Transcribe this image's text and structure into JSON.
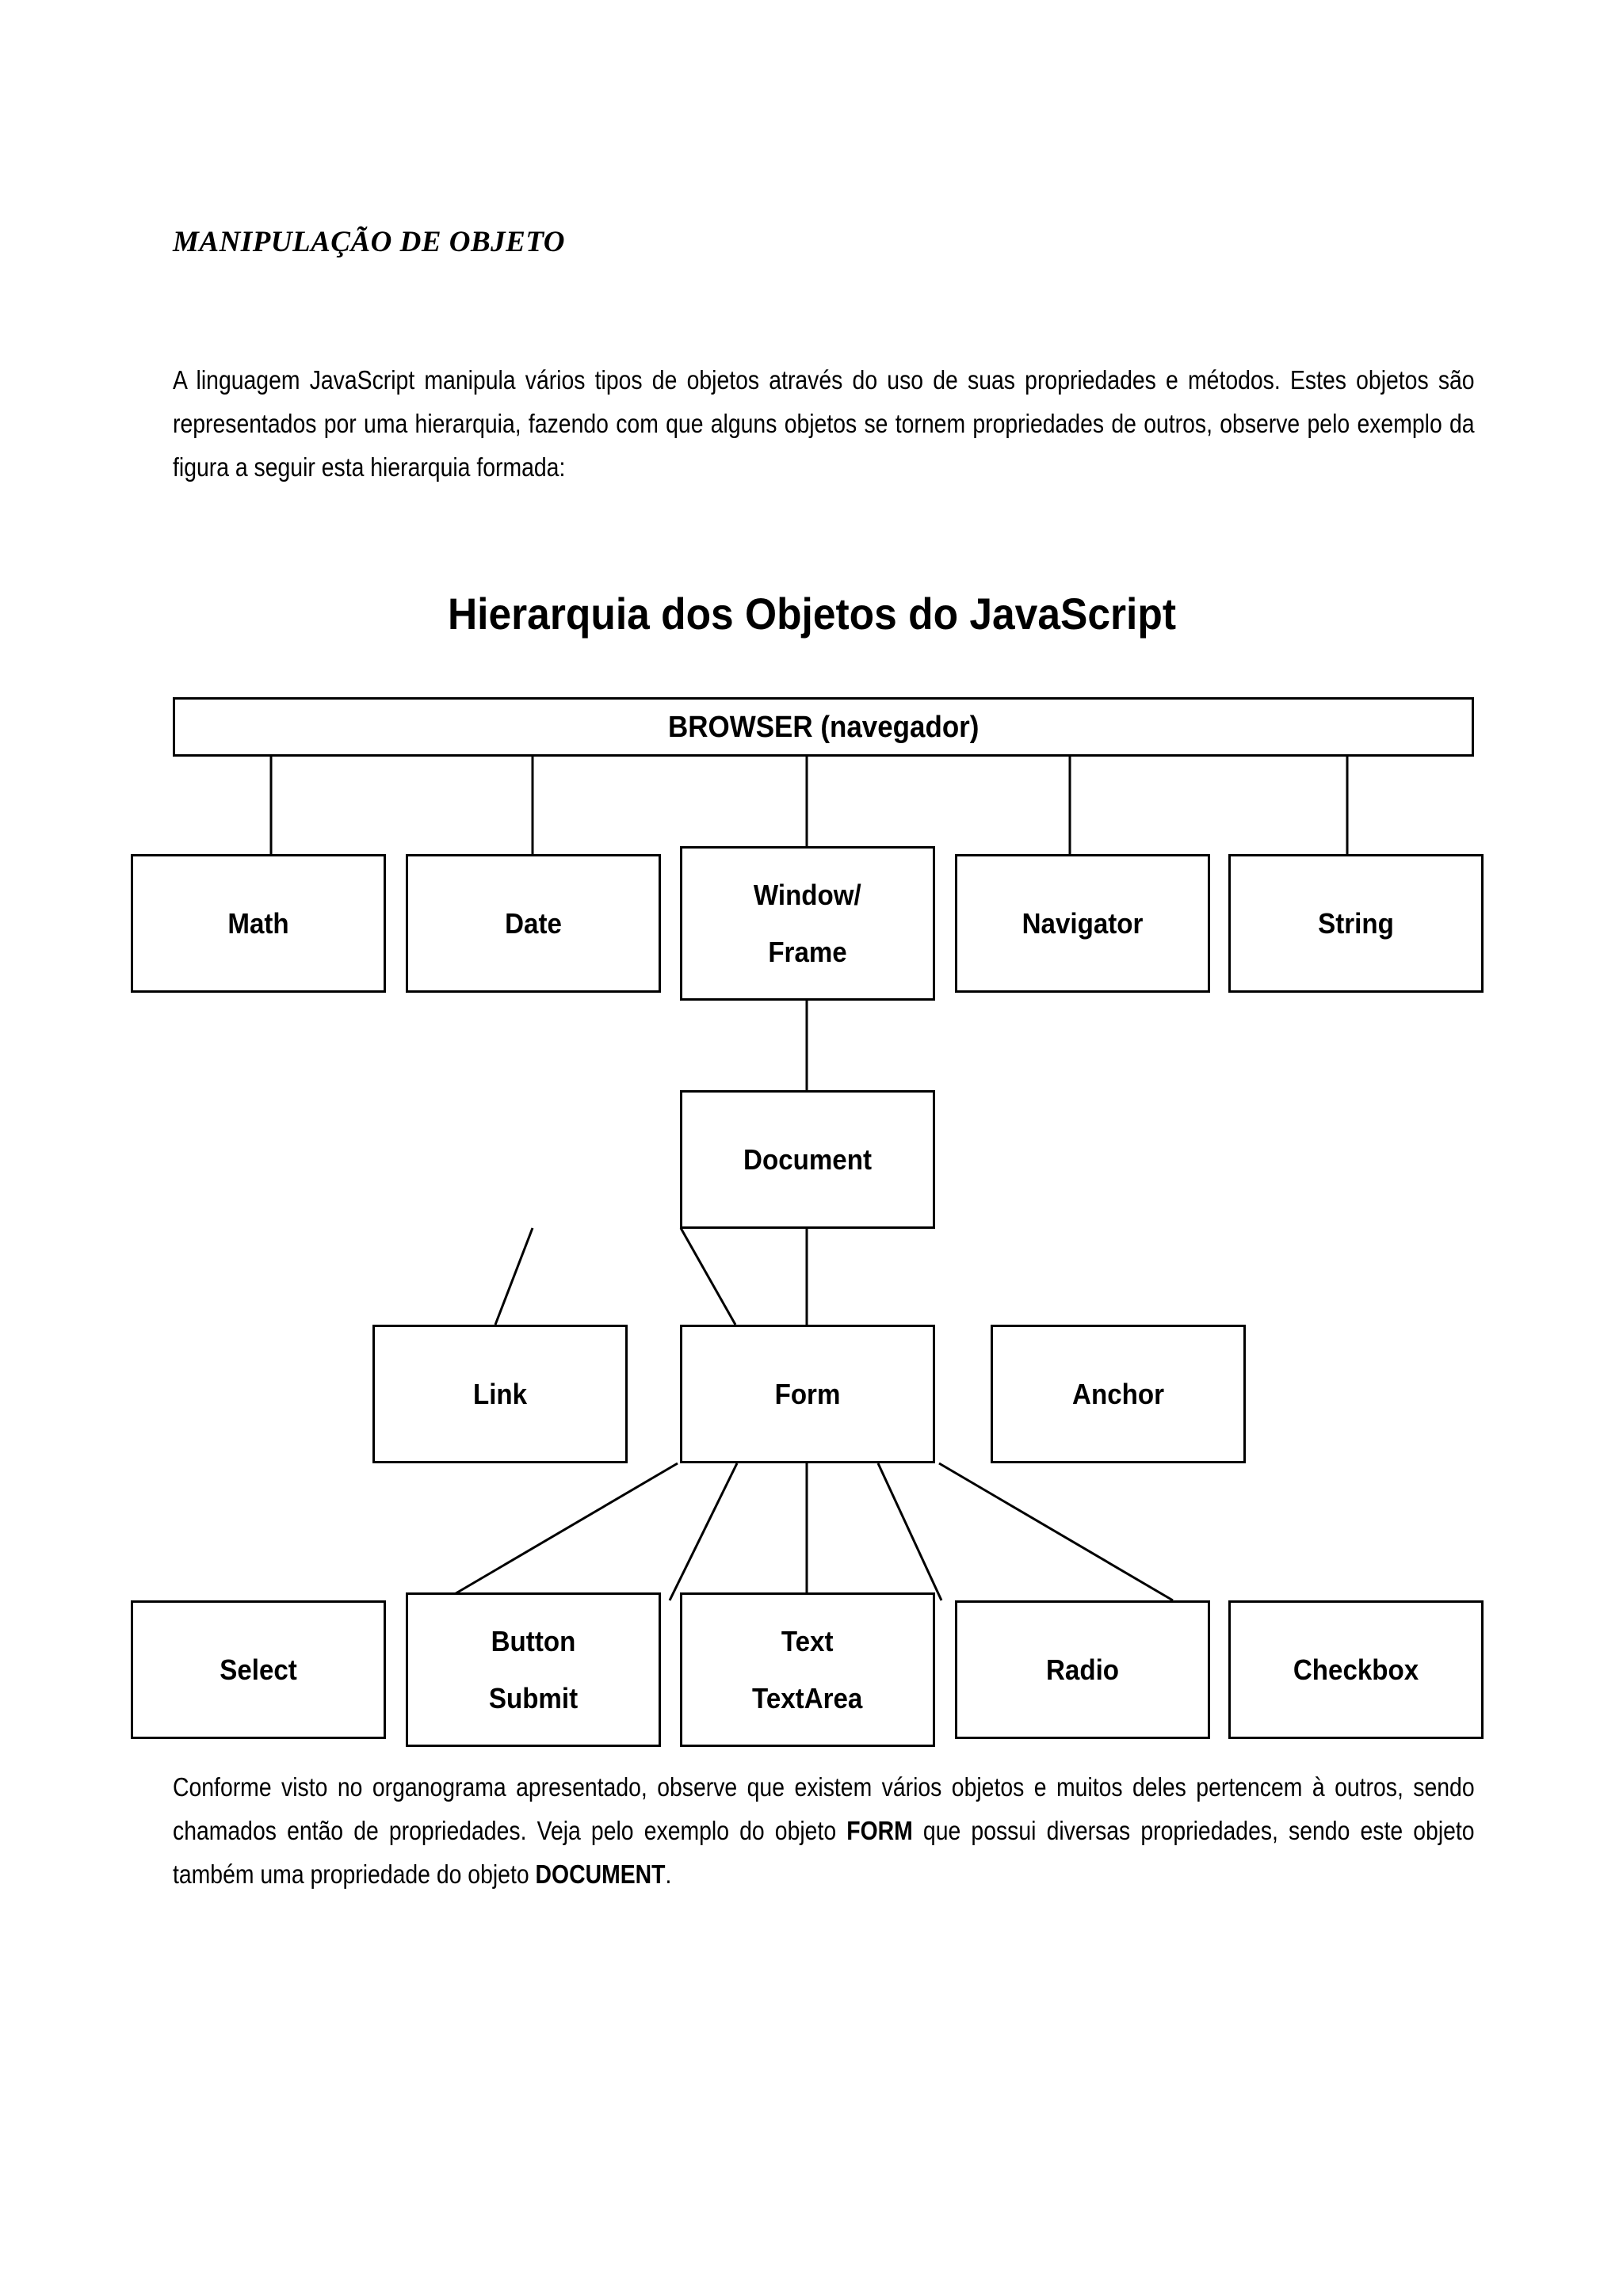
{
  "document": {
    "title": "MANIPULAÇÃO DE OBJETO",
    "intro_paragraph": "A linguagem JavaScript manipula vários tipos de objetos através do uso de suas propriedades e métodos. Estes objetos são representados por uma hierarquia, fazendo com que alguns objetos se tornem propriedades de outros, observe pelo exemplo da figura a seguir esta hierarquia formada:",
    "closing_paragraph_part1": "Conforme visto no organograma apresentado, observe que existem vários objetos e muitos deles pertencem à outros, sendo chamados então de propriedades. Veja pelo exemplo do objeto ",
    "closing_bold_1": "FORM",
    "closing_paragraph_part2": " que possui diversas propriedades, sendo este objeto também uma propriedade do objeto ",
    "closing_bold_2": "DOCUMENT",
    "closing_paragraph_part3": "."
  },
  "figure": {
    "title": "Hierarquia dos Objetos do JavaScript",
    "nodes": {
      "browser": "BROWSER (navegador)",
      "math": "Math",
      "date": "Date",
      "window_line1": "Window/",
      "window_line2": "Frame",
      "navigator": "Navigator",
      "string": "String",
      "document": "Document",
      "link": "Link",
      "form": "Form",
      "anchor": "Anchor",
      "select": "Select",
      "button_line1": "Button",
      "button_line2": "Submit",
      "text_line1": "Text",
      "text_line2": "TextArea",
      "radio": "Radio",
      "checkbox": "Checkbox"
    }
  },
  "chart_data": {
    "type": "table",
    "title": "Hierarquia dos Objetos do JavaScript",
    "hierarchy": [
      {
        "name": "BROWSER (navegador)",
        "level": 0,
        "children": [
          "Math",
          "Date",
          "Window/Frame",
          "Navigator",
          "String"
        ]
      },
      {
        "name": "Window/Frame",
        "level": 1,
        "children": [
          "Document"
        ]
      },
      {
        "name": "Document",
        "level": 2,
        "children": [
          "Link",
          "Form",
          "Anchor"
        ]
      },
      {
        "name": "Form",
        "level": 3,
        "children": [
          "Select",
          "Button Submit",
          "Text TextArea",
          "Radio",
          "Checkbox"
        ]
      }
    ],
    "leaf_nodes": [
      "Math",
      "Date",
      "Navigator",
      "String",
      "Link",
      "Anchor",
      "Select",
      "Button Submit",
      "Text TextArea",
      "Radio",
      "Checkbox"
    ]
  },
  "colors": {
    "ink": "#000000",
    "page": "#ffffff"
  }
}
